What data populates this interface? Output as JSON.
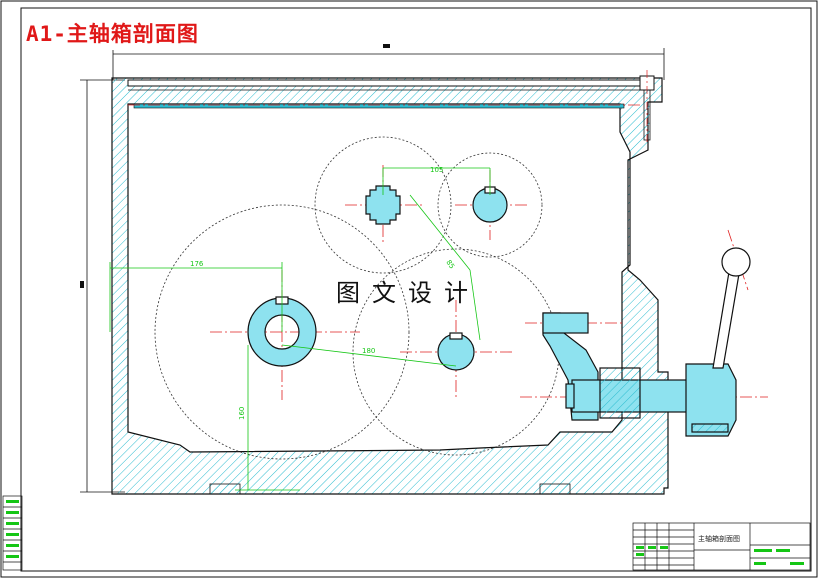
{
  "drawing": {
    "title": "A1-主轴箱剖面图",
    "watermark": "图文设计",
    "title_block_name": "主轴箱剖面图"
  },
  "dimensions": {
    "d1": "105",
    "d2": "176",
    "d3": "180",
    "d4": "160",
    "d5": "85"
  },
  "colors": {
    "outline": "#111111",
    "hatch": "#2bbcd0",
    "centerline": "#e02020",
    "dimension": "#15c615",
    "title": "#e01818"
  }
}
